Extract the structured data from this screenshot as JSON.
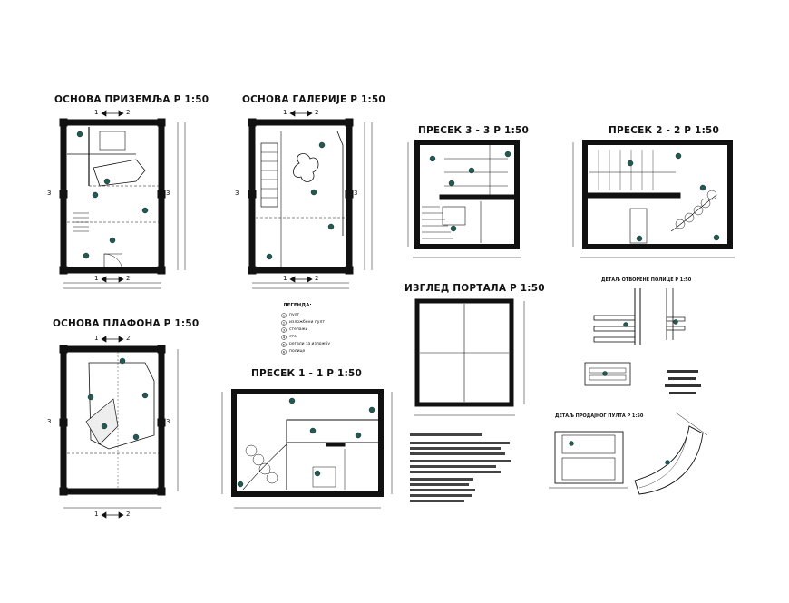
{
  "drawings": {
    "ground_floor_plan": {
      "title": "ОСНОВА ПРИЗЕМЉА  Р 1:50"
    },
    "gallery_plan": {
      "title": "ОСНОВА ГАЛЕРИЈЕ  Р 1:50"
    },
    "ceiling_plan": {
      "title": "ОСНОВА ПЛАФОНА  Р 1:50"
    },
    "section_3_3": {
      "title": "ПРЕСЕК 3 - 3 Р 1:50"
    },
    "section_2_2": {
      "title": "ПРЕСЕК 2 - 2 Р 1:50"
    },
    "section_1_1": {
      "title": "ПРЕСЕК 1 - 1 Р 1:50"
    },
    "portal_elevation": {
      "title": "ИЗГЛЕД ПОРТАЛА  Р 1:50"
    },
    "detail_shelf": {
      "title": "ДЕТАЉ ОТВОРЕНЕ ПОЛИЦЕ  Р 1:50"
    },
    "detail_counter": {
      "title": "ДЕТАЉ ПРОДАЈНОГ ПУЛТА  Р 1:50"
    }
  },
  "cut_markers": {
    "one": "1",
    "two": "2",
    "three": "3"
  },
  "legend": {
    "title": "ЛЕГЕНДА:",
    "items": [
      {
        "num": "1",
        "label": "пулт"
      },
      {
        "num": "2",
        "label": "изложбени пулт"
      },
      {
        "num": "3",
        "label": "стелажи"
      },
      {
        "num": "4",
        "label": "сто"
      },
      {
        "num": "5",
        "label": "регали за изложбу"
      },
      {
        "num": "6",
        "label": "полице"
      }
    ]
  },
  "colors": {
    "ink": "#111111",
    "marker": "#1f5a55",
    "paper": "#ffffff"
  }
}
